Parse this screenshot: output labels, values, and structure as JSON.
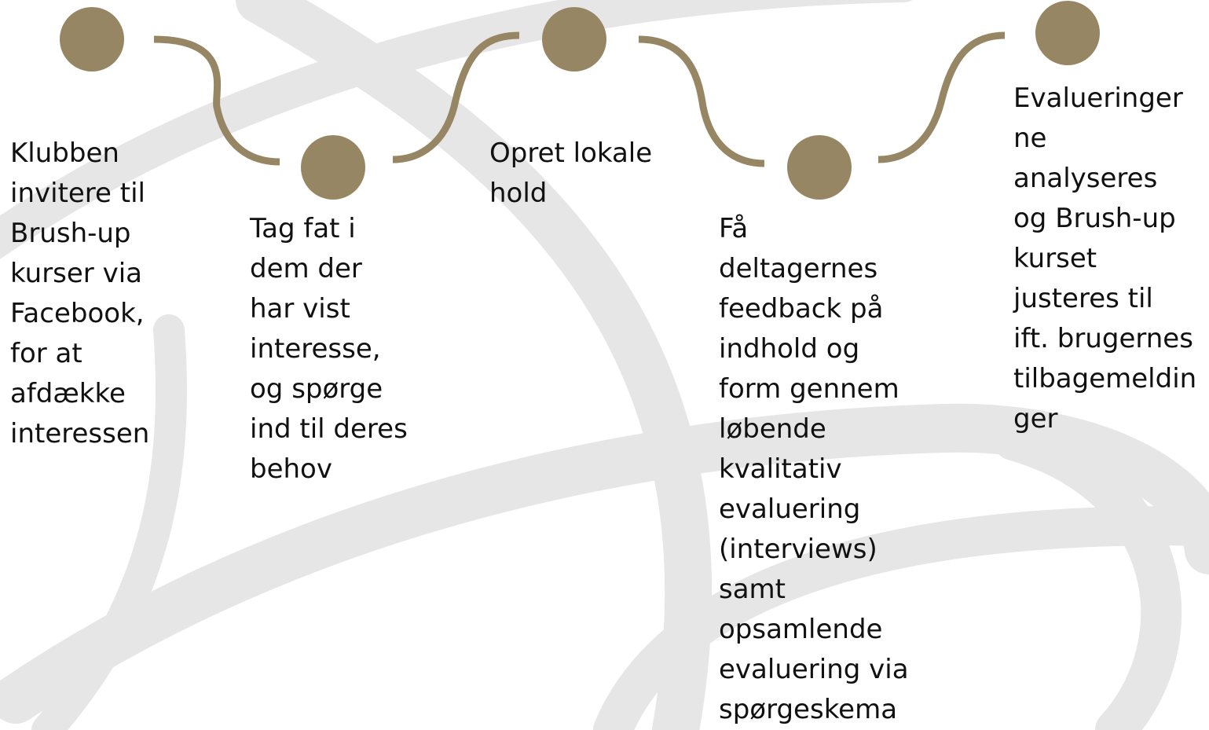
{
  "colors": {
    "node": "#978663",
    "connector": "#978663",
    "background_stroke": "#e6e6e6",
    "text": "#111111"
  },
  "steps": [
    {
      "text": "Klubben\ninvitere til\nBrush-up\nkurser via\nFacebook,\nfor at\nafdække\ninteressen"
    },
    {
      "text": "Tag fat i\ndem der\nhar vist\ninteresse,\nog spørge\nind til deres\nbehov"
    },
    {
      "text": "Opret lokale\nhold"
    },
    {
      "text": "Få\ndeltagernes\nfeedback på\nindhold og\nform gennem\nløbende\nkvalitativ\nevaluering\n(interviews)\nsamt\nopsamlende\nevaluering via\nspørgeskema"
    },
    {
      "text": "Evalueringer\nne\nanalyseres\nog Brush-up\nkurset\njusteres til\nift. brugernes\ntilbagemeldin\nger"
    }
  ]
}
